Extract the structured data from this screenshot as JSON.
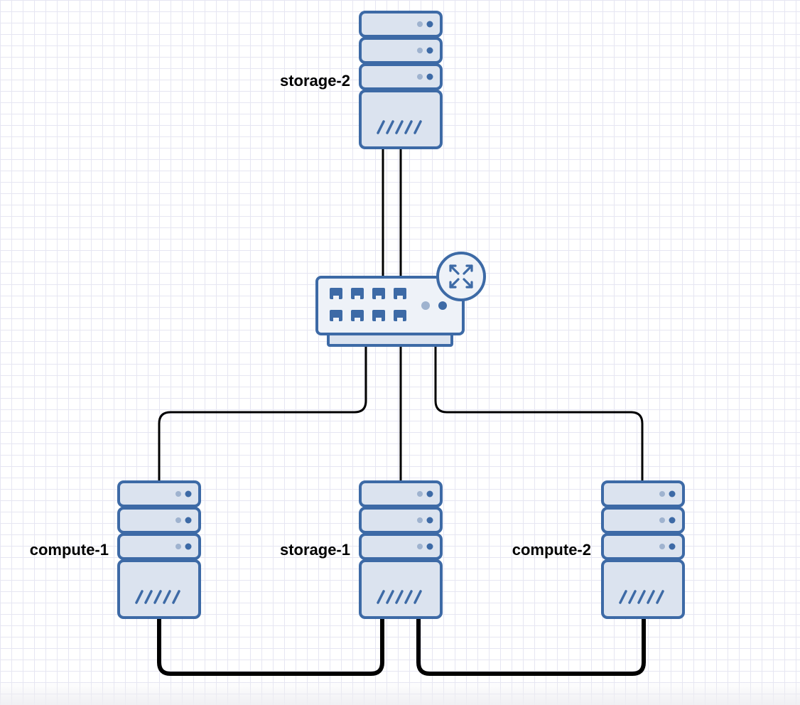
{
  "nodes": {
    "storage_2": {
      "label": "storage-2"
    },
    "compute_1": {
      "label": "compute-1"
    },
    "storage_1": {
      "label": "storage-1"
    },
    "compute_2": {
      "label": "compute-2"
    },
    "switch": {
      "icon": "network-switch-icon",
      "badge_icon": "router-arrows-icon"
    }
  },
  "colors": {
    "node_fill": "#dbe3ef",
    "node_stroke": "#3d6aa6",
    "switch_body": "#eef2f8",
    "link": "#000000",
    "grid": "#e6e6f2"
  }
}
